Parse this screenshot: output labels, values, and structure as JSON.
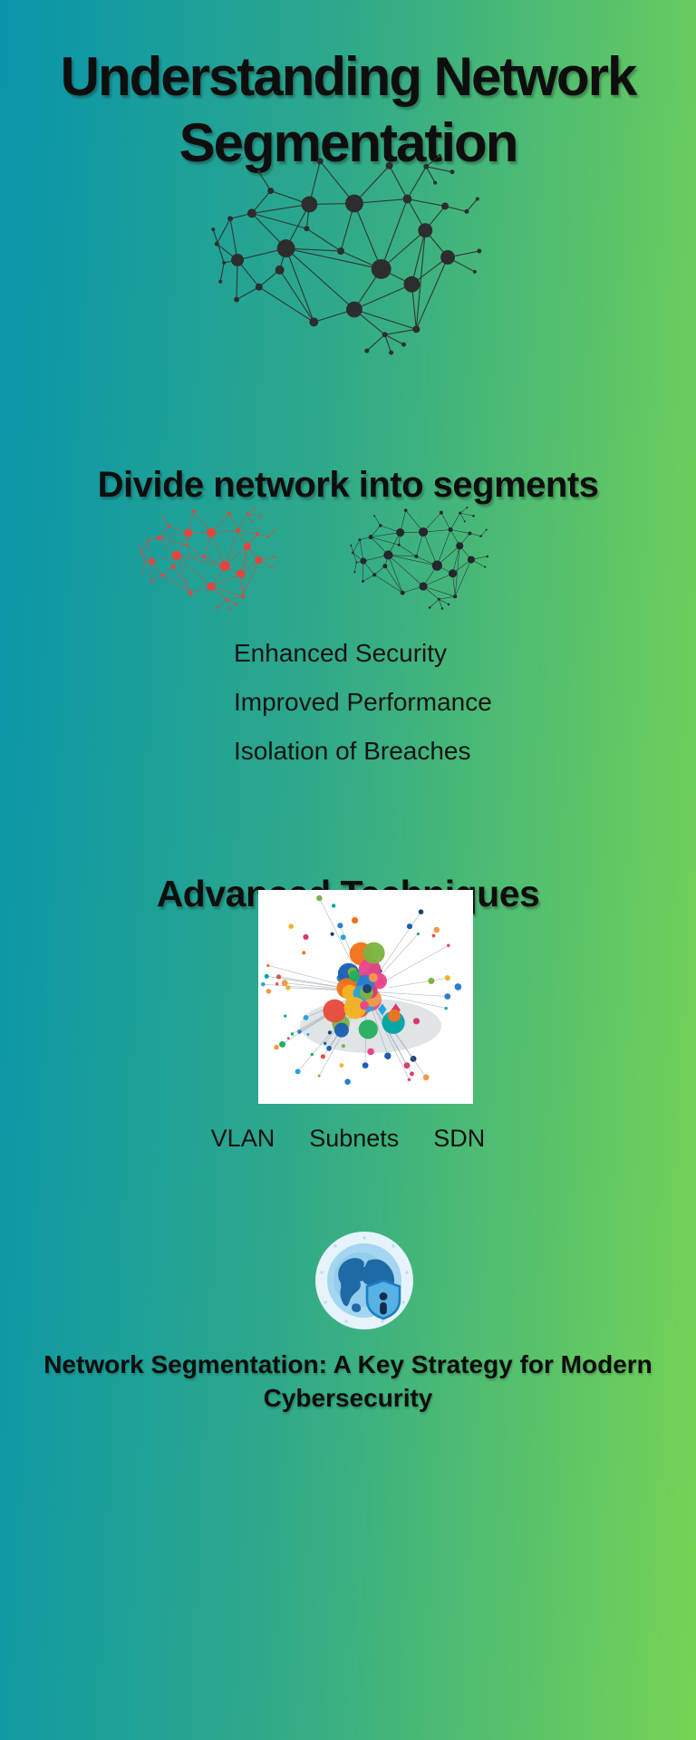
{
  "header": {
    "title": "Understanding Network Segmentation"
  },
  "sections": {
    "divide": {
      "heading": "Divide network into segments",
      "benefits": [
        "Enhanced Security",
        "Improved Performance",
        "Isolation of Breaches"
      ]
    },
    "advanced": {
      "heading": "Advanced Techniques",
      "techniques": [
        "VLAN",
        "Subnets",
        "SDN"
      ]
    }
  },
  "footer": {
    "tagline": "Network Segmentation: A Key Strategy for Modern Cybersecurity"
  },
  "icons": {
    "network_mesh_large": "dark network mesh",
    "network_mesh_red": "red network segment mesh",
    "network_mesh_dark": "dark network segment mesh",
    "advanced_art": "colorful network cluster",
    "globe_shield": "globe with security shield and lock"
  },
  "colors": {
    "background_left": "#0895ab",
    "background_right": "#76d454",
    "mesh_dark": "#2d2d2d",
    "mesh_red": "#e8423d",
    "mesh_small_dark": "#26262e",
    "text": "#0e0e0e"
  }
}
